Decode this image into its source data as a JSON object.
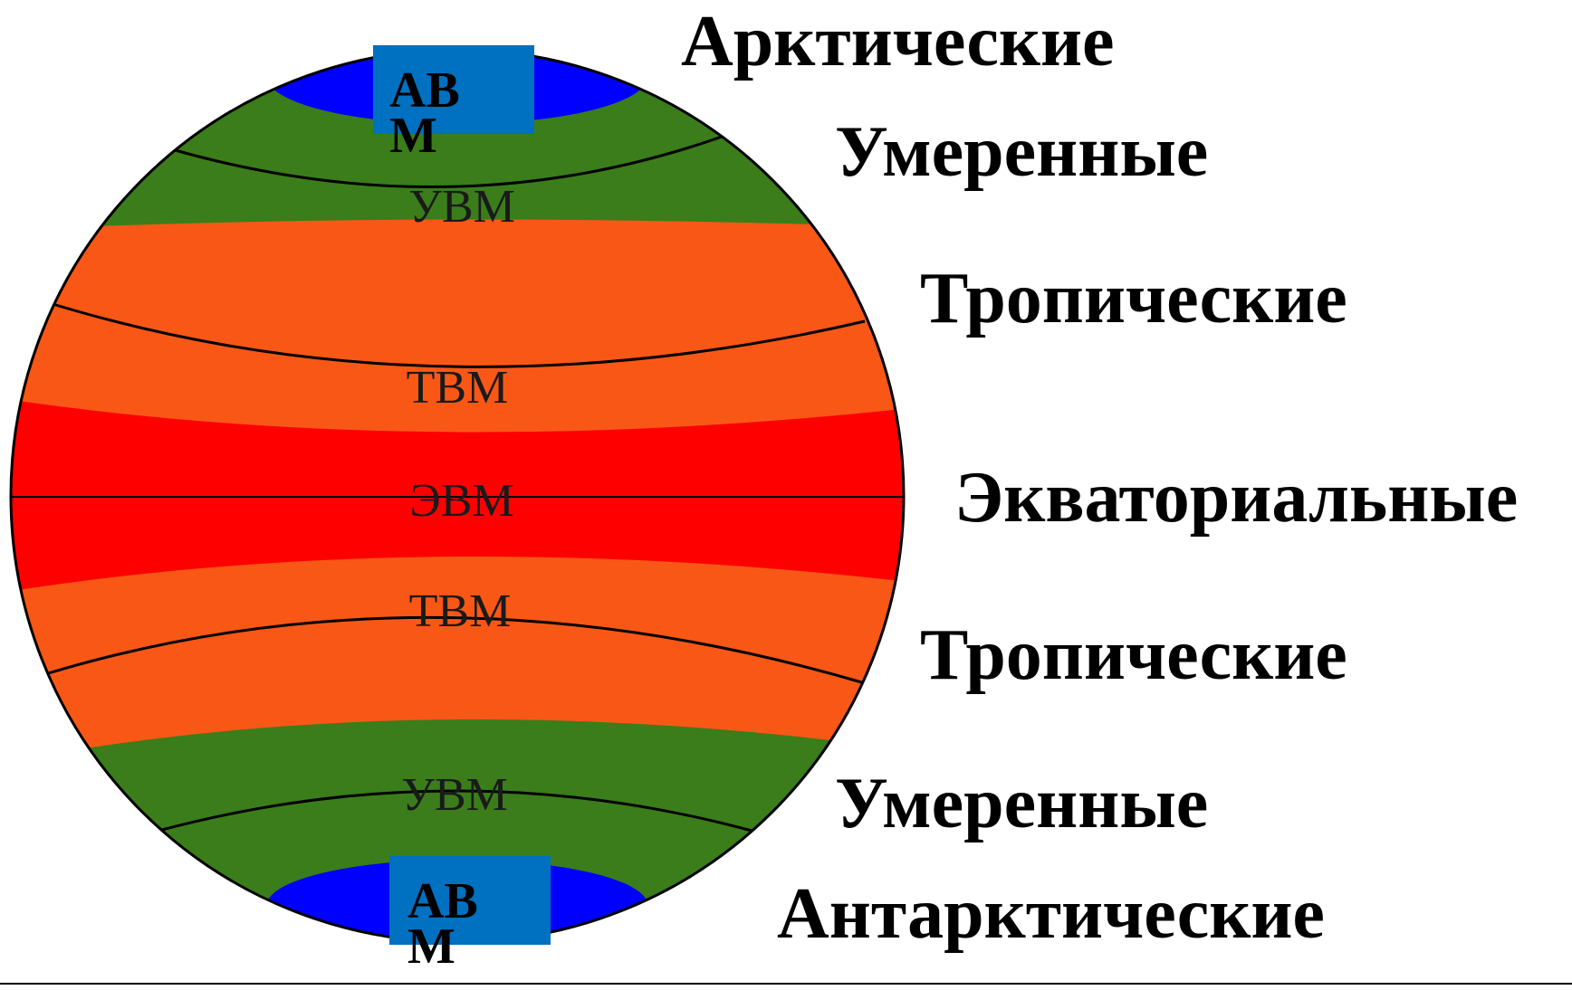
{
  "zones": {
    "arctic": "Арктические",
    "temperate_north": "Умеренные",
    "tropical_north": "Тропические",
    "equatorial": "Экваториальные",
    "tropical_south": "Тропические",
    "temperate_south": "Умеренные",
    "antarctic": "Антарктические"
  },
  "globe_labels": {
    "north_polar": "АВ\nМ",
    "temperate_north": "УВМ",
    "tropical_north": "ТВМ",
    "equatorial": "ЭВМ",
    "tropical_south": "ТВМ",
    "temperate_south": "УВМ",
    "south_polar": "АВ\nМ"
  },
  "colors": {
    "polar": "#0000ff",
    "temperate": "#3a7d1a",
    "tropical": "#f95716",
    "equatorial": "#ff0000",
    "polar_box": "#0070c0"
  }
}
